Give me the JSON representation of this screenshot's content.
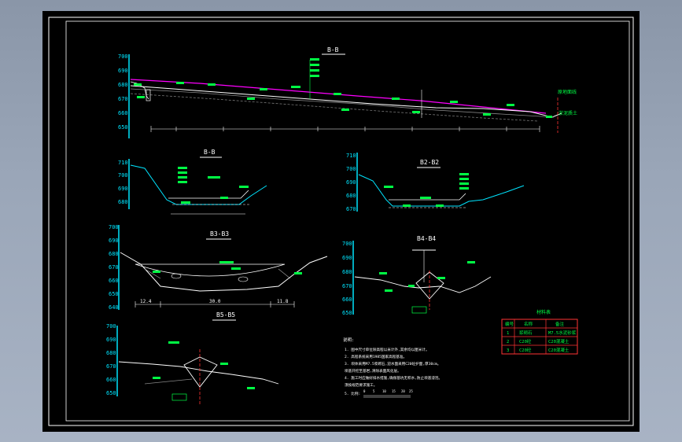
{
  "sections": {
    "main": {
      "title": "B-B",
      "y_ticks": [
        "700",
        "690",
        "680",
        "670",
        "660",
        "650"
      ],
      "note_top": "淤泥质土",
      "note_right": "原地面线"
    },
    "s1": {
      "title": "B-B",
      "y_ticks": [
        "710",
        "700",
        "690",
        "680"
      ]
    },
    "s2": {
      "title": "B2-B2",
      "y_ticks": [
        "710",
        "700",
        "690",
        "680",
        "670"
      ]
    },
    "s3": {
      "title": "B3-B3",
      "y_ticks": [
        "700",
        "690",
        "680",
        "670",
        "660",
        "650",
        "640"
      ],
      "dims": [
        "12.4",
        "30.0",
        "11.8"
      ]
    },
    "s4": {
      "title": "B4-B4",
      "y_ticks": [
        "700",
        "690",
        "680",
        "670",
        "660",
        "650"
      ]
    },
    "s5": {
      "title": "B5-B5",
      "y_ticks": [
        "700",
        "690",
        "680",
        "670",
        "660",
        "650"
      ]
    }
  },
  "legend": {
    "title": "材料表",
    "header": [
      "编号",
      "名称",
      "备注"
    ],
    "rows": [
      [
        "1",
        "浆砌石",
        "M7.5水泥砂浆"
      ],
      [
        "2",
        "C20砼",
        "C20混凝土"
      ],
      [
        "3",
        "C20砼",
        "C20混凝土"
      ]
    ]
  },
  "notes": {
    "title": "说明:",
    "lines": [
      "1. 图中尺寸单位除高程以米计外,其余均以厘米计。",
      "2. 高程系统采用1985国家高程基准。",
      "3. 坝体采用M7.5浆砌石,迎水面采用C20砼护面,厚30cm。",
      "   坝基开挖至基岩,清除表面风化层。",
      "4. 施工时应做好排水措施,确保基坑无积水,防止坝基浸泡。",
      "   须按规范要求施工。",
      "5. 比例:"
    ],
    "scale_ticks": [
      "0",
      "5",
      "10",
      "15",
      "20",
      "25"
    ]
  }
}
